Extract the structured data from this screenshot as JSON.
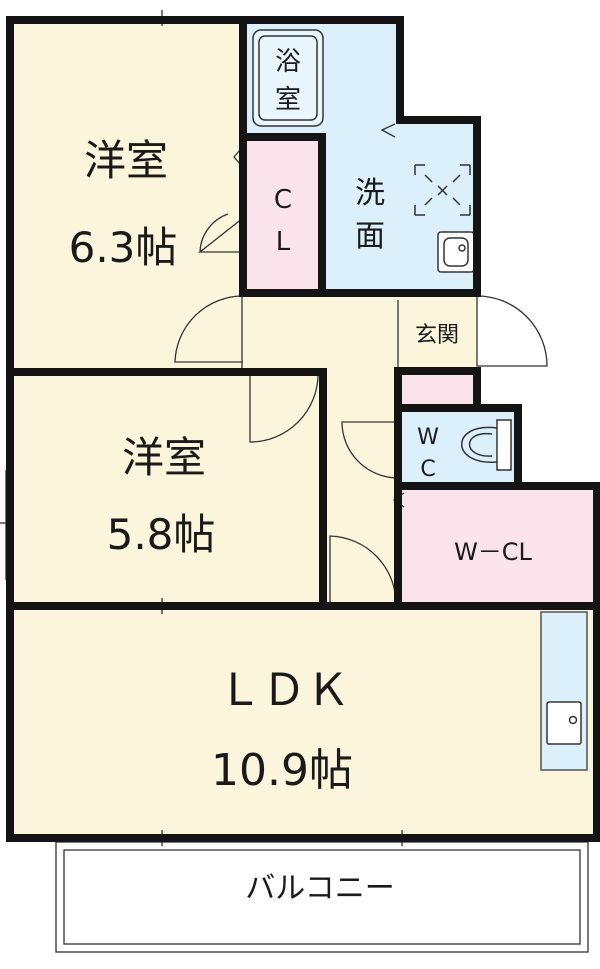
{
  "rooms": {
    "bedroom1": {
      "name": "洋室",
      "size": "6.3帖"
    },
    "bath": {
      "line1": "浴",
      "line2": "室"
    },
    "closet": {
      "line1": "C",
      "line2": "L"
    },
    "washroom": {
      "line1": "洗",
      "line2": "面"
    },
    "entrance": {
      "name": "玄関"
    },
    "bedroom2": {
      "name": "洋室",
      "size": "5.8帖"
    },
    "wc": {
      "line1": "W",
      "line2": "C"
    },
    "walkin": {
      "name": "W－CL"
    },
    "ldk": {
      "name": "ＬＤＫ",
      "size": "10.9帖"
    },
    "balcony": {
      "name": "バルコニー"
    }
  },
  "colors": {
    "western_room": "#fbf5dc",
    "wet_area": "#dcf0fb",
    "closet": "#fbe3ec",
    "wall": "#141414"
  }
}
